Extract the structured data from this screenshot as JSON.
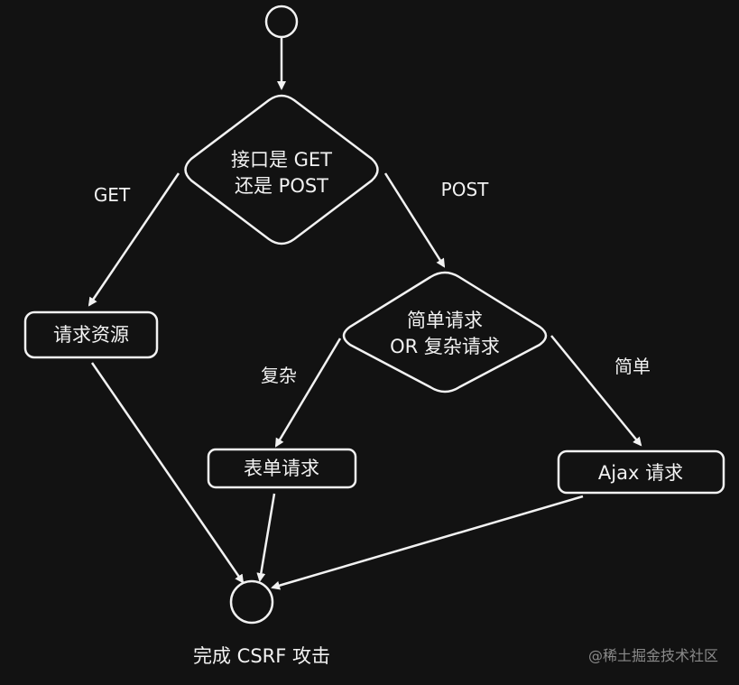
{
  "nodes": {
    "start": "",
    "decision_method": [
      "接口是 GET",
      "还是 POST"
    ],
    "request_resource": "请求资源",
    "decision_type": [
      "简单请求",
      "OR 复杂请求"
    ],
    "form_request": "表单请求",
    "ajax_request": "Ajax 请求",
    "end_label": "完成 CSRF 攻击"
  },
  "edge_labels": {
    "get": "GET",
    "post": "POST",
    "complex": "复杂",
    "simple": "简单"
  },
  "watermark": "@稀土掘金技术社区",
  "colors": {
    "background": "#121212",
    "stroke": "#f2f2f2",
    "text": "#f2f2f2"
  }
}
